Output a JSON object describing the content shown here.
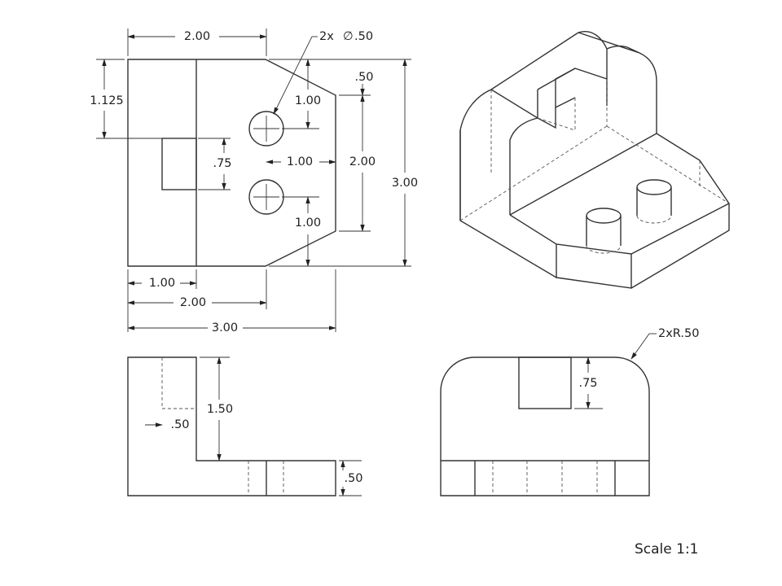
{
  "drawing": {
    "top_view": {
      "dims": {
        "width_2_00": "2.00",
        "hole_callout": "2x",
        "diameter_symbol": "∅",
        "hole_diameter": ".50",
        "offset_1_125": "1.125",
        "chamfer_50": ".50",
        "hole_1_00_upper": "1.00",
        "pocket_75": ".75",
        "hole_1_00_horizontal": "1.00",
        "span_2_00": "2.00",
        "height_3_00": "3.00",
        "hole_1_00_lower": "1.00",
        "bottom_1_00": "1.00",
        "bottom_2_00": "2.00",
        "bottom_3_00": "3.00"
      }
    },
    "front_view": {
      "dims": {
        "height_1_50": "1.50",
        "wall_50": ".50",
        "base_50": ".50"
      }
    },
    "side_view": {
      "dims": {
        "radius_callout": "2xR.50",
        "pocket_depth_75": ".75"
      }
    },
    "scale_label": "Scale 1:1"
  }
}
